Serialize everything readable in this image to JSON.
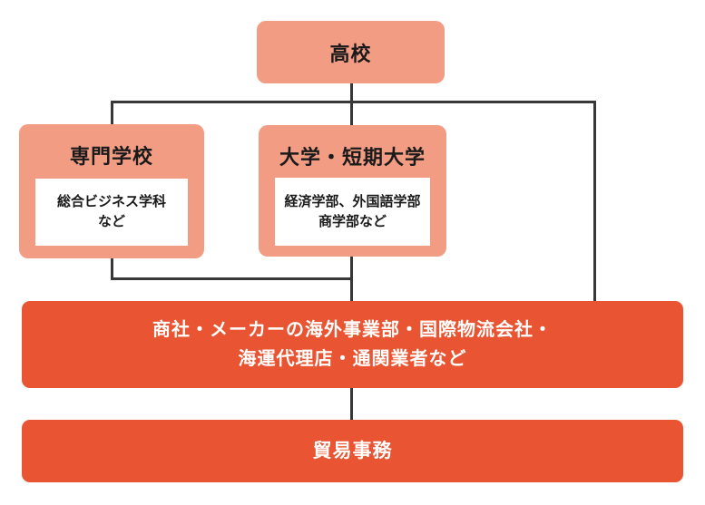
{
  "diagram": {
    "title": "trade-career-path-flowchart",
    "nodes": {
      "highschool": {
        "label": "高校"
      },
      "vocational": {
        "title": "専門学校",
        "detail_line1": "総合ビジネス学科",
        "detail_line2": "など"
      },
      "university": {
        "title": "大学・短期大学",
        "detail_line1": "経済学部、外国語学部",
        "detail_line2": "商学部など"
      },
      "employers": {
        "label_line1": "商社・メーカーの海外事業部・国際物流会社・",
        "label_line2": "海運代理店・通関業者など"
      },
      "job": {
        "label": "貿易事務"
      }
    },
    "colors": {
      "school_node_fill": "#F29C84",
      "accent_node_fill": "#E95532",
      "inner_box_fill": "#FFFFFF",
      "connector": "#383838",
      "dark_text": "#1A1A1A",
      "light_text": "#FFFFFF",
      "background": "#FFFFFF"
    }
  }
}
